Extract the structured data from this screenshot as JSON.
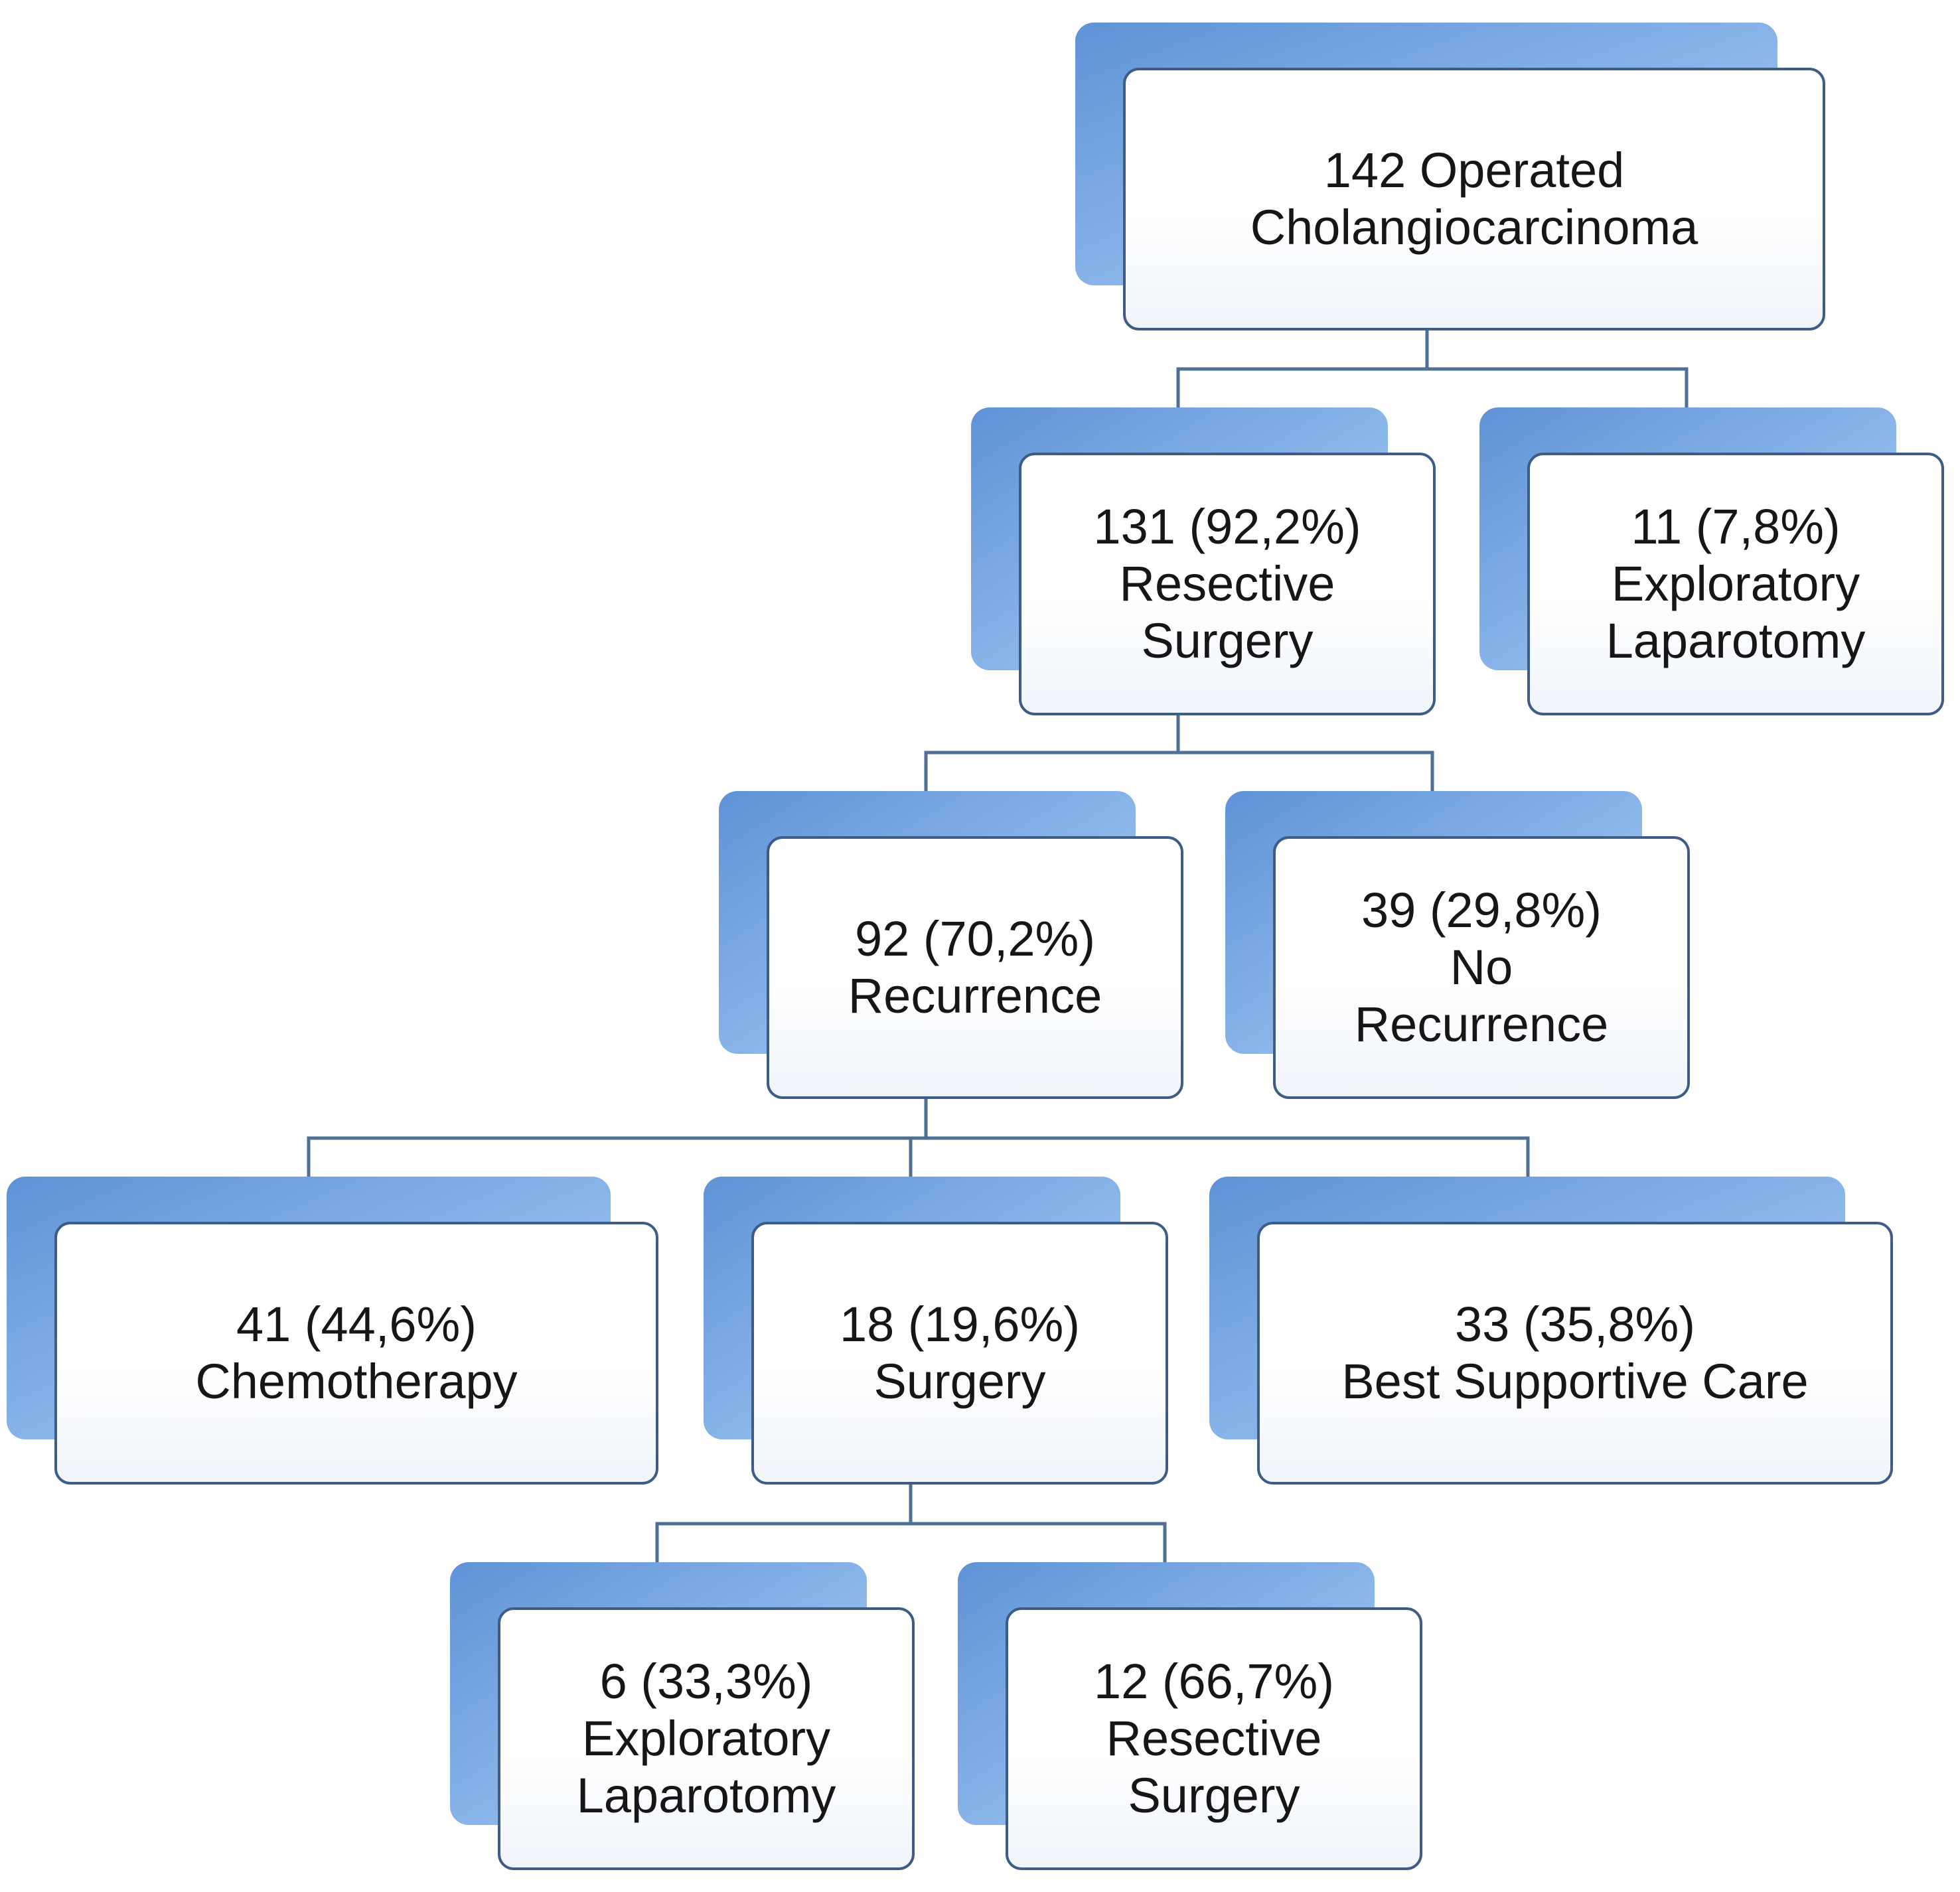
{
  "diagram": {
    "root": {
      "lines": [
        "142 Operated",
        "Cholangiocarcinoma"
      ]
    },
    "resective": {
      "lines": [
        "131 (92,2%)",
        "Resective",
        "Surgery"
      ]
    },
    "exploratory_top": {
      "lines": [
        "11 (7,8%)",
        "Exploratory",
        "Laparotomy"
      ]
    },
    "recurrence": {
      "lines": [
        "92 (70,2%)",
        "Recurrence"
      ]
    },
    "no_recurrence": {
      "lines": [
        "39 (29,8%)",
        "No",
        "Recurrence"
      ]
    },
    "chemotherapy": {
      "lines": [
        "41 (44,6%)",
        "Chemotherapy"
      ]
    },
    "surgery": {
      "lines": [
        "18 (19,6%)",
        "Surgery"
      ]
    },
    "best_supportive_care": {
      "lines": [
        "33 (35,8%)",
        "Best Supportive Care"
      ]
    },
    "exploratory_bottom": {
      "lines": [
        "6 (33,3%)",
        "Exploratory",
        "Laparotomy"
      ]
    },
    "resective_bottom": {
      "lines": [
        "12 (66,7%)",
        "Resective",
        "Surgery"
      ]
    }
  },
  "colors": {
    "box_border": "#3d5c86",
    "shadow": "#6fa0df",
    "connector": "#4f6f95"
  }
}
